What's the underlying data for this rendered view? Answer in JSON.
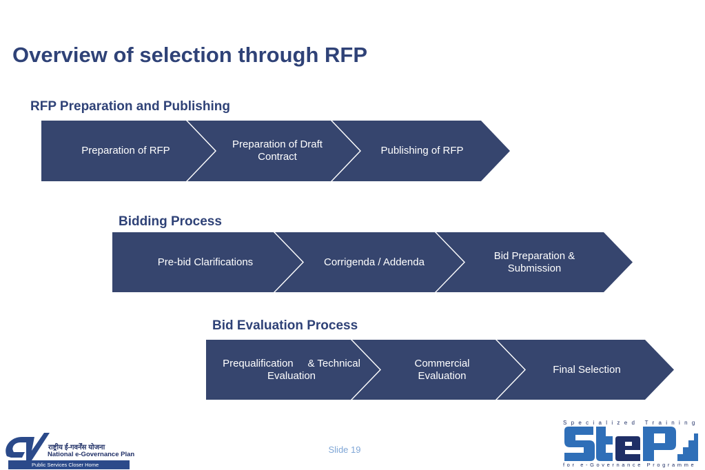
{
  "slide": {
    "title": "Overview of selection through RFP",
    "footer": "Slide 19",
    "colors": {
      "step_fill": "#36456e",
      "heading": "#2f4277",
      "footer": "#7fa6d6"
    }
  },
  "sections": [
    {
      "heading": "RFP Preparation and Publishing",
      "steps": [
        "Preparation of RFP",
        "Preparation of Draft Contract",
        "Publishing of RFP"
      ]
    },
    {
      "heading": "Bidding Process",
      "steps": [
        "Pre-bid Clarifications",
        "Corrigenda / Addenda",
        "Bid Preparation & Submission"
      ]
    },
    {
      "heading": "Bid Evaluation Process",
      "steps": [
        "Prequalification     & Technical Evaluation",
        "Commercial Evaluation",
        "Final Selection"
      ]
    }
  ],
  "logos": {
    "left": {
      "hindi": "राष्ट्रीय ई-गवर्नेंस योजना",
      "name": "National e-Governance Plan",
      "tagline": "Public Services Closer Home",
      "icon": "egov-logo-icon"
    },
    "right": {
      "top": "Specialized Training",
      "bottom": "for e-Governance Programme",
      "mark": "StEP",
      "icon": "step-logo-icon"
    }
  }
}
